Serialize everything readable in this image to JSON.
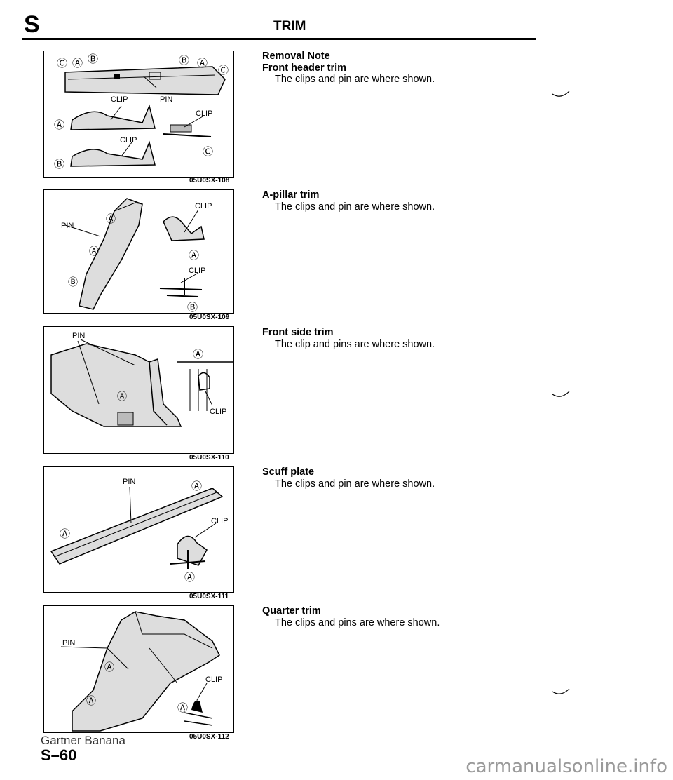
{
  "header": {
    "section_letter": "S",
    "title": "TRIM"
  },
  "figures": [
    {
      "code": "05U0SX-108",
      "labels": {
        "clip1": "CLIP",
        "pin": "PIN",
        "clip2": "CLIP",
        "clip3": "CLIP",
        "a": "Ⓐ",
        "b": "Ⓑ",
        "c": "Ⓒ"
      }
    },
    {
      "code": "05U0SX-109",
      "labels": {
        "clip1": "CLIP",
        "pin": "PIN",
        "clip2": "CLIP",
        "a": "Ⓐ",
        "b": "Ⓑ"
      }
    },
    {
      "code": "05U0SX-110",
      "labels": {
        "pin": "PIN",
        "clip": "CLIP",
        "a": "Ⓐ"
      }
    },
    {
      "code": "05U0SX-111",
      "labels": {
        "pin": "PIN",
        "clip": "CLIP",
        "a": "Ⓐ"
      }
    },
    {
      "code": "05U0SX-112",
      "labels": {
        "pin": "PIN",
        "clip": "CLIP",
        "a": "Ⓐ"
      }
    }
  ],
  "notes": [
    {
      "heading": "Removal Note",
      "subheading": "Front header trim",
      "text": "The clips and pin are where shown."
    },
    {
      "heading": "A-pillar trim",
      "text": "The clips and pin are where shown."
    },
    {
      "heading": "Front side trim",
      "text": "The clip and pins are where shown."
    },
    {
      "heading": "Scuff plate",
      "text": "The clips and pin are where shown."
    },
    {
      "heading": "Quarter trim",
      "text": "The clips and pins are where shown."
    }
  ],
  "footer": {
    "watermark": "Gartner Banana",
    "page_number": "S–60"
  },
  "site_watermark": "carmanualsonline.info"
}
